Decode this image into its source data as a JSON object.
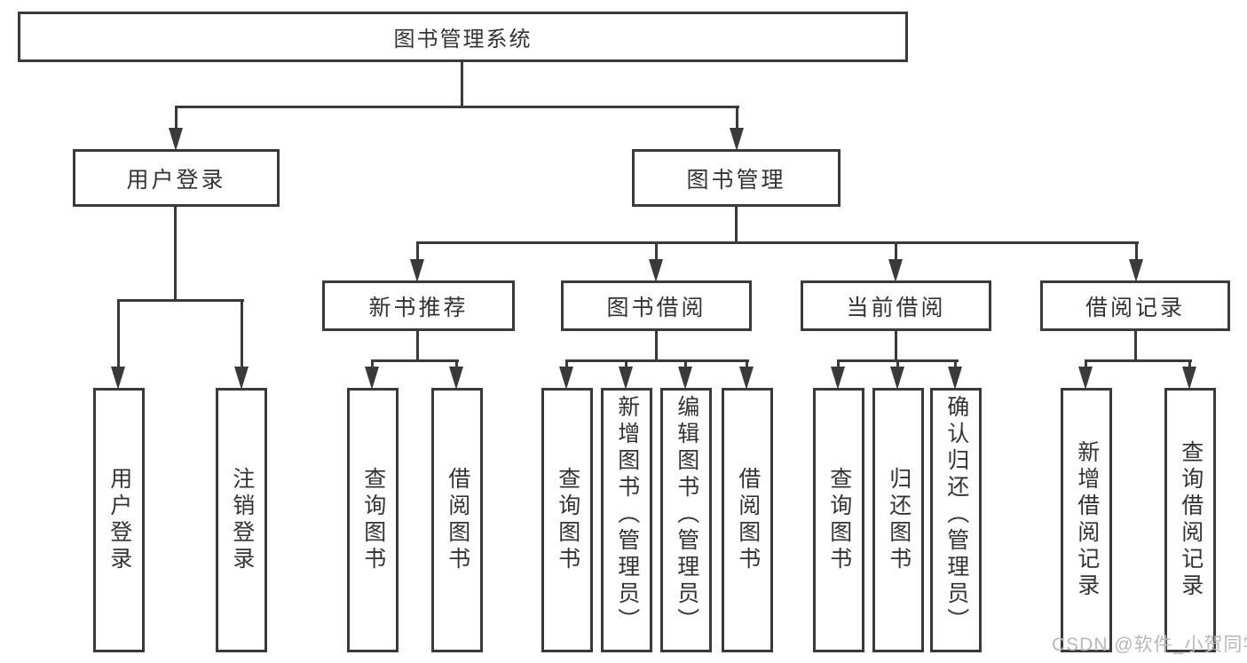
{
  "nodes": {
    "root": "图书管理系统",
    "user_login": "用户登录",
    "book_mgmt": "图书管理",
    "new_books": "新书推荐",
    "book_borrow": "图书借阅",
    "current_borrow": "当前借阅",
    "borrow_records": "借阅记录"
  },
  "leaves": {
    "user_login": [
      "用户登录",
      "注销登录"
    ],
    "new_books": [
      "查询图书",
      "借阅图书"
    ],
    "book_borrow": [
      "查询图书",
      "新增图书（管理员）",
      "编辑图书（管理员）",
      "借阅图书"
    ],
    "current_borrow": [
      "查询图书",
      "归还图书",
      "确认归还（管理员）"
    ],
    "borrow_records": [
      "新增借阅记录",
      "查询借阅记录"
    ]
  },
  "watermark": "CSDN @软件_小贺同学",
  "colors": {
    "line": "#3a3a3a",
    "text": "#333333",
    "watermark": "#b8b8b8",
    "background": "#ffffff"
  }
}
